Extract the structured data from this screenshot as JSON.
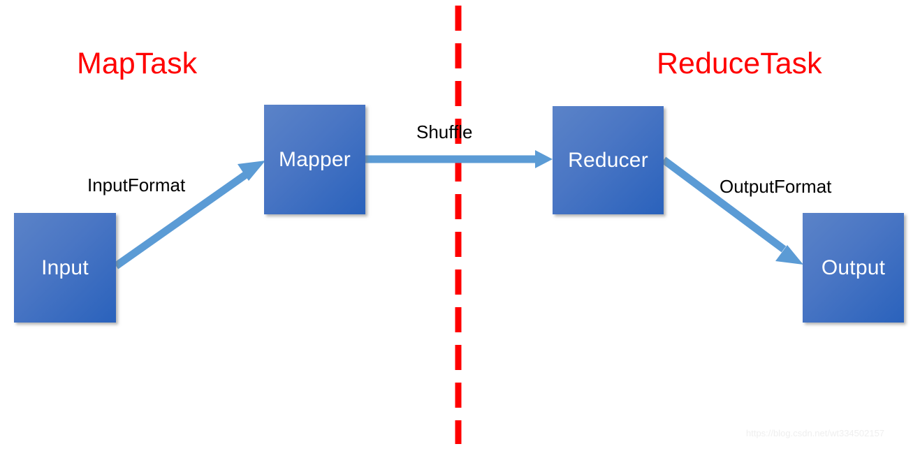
{
  "diagram": {
    "title": "MapReduce MapTask / ReduceTask flow",
    "background_color": "#ffffff",
    "phases": [
      {
        "id": "maptask",
        "label": "MapTask",
        "color": "#ff0000"
      },
      {
        "id": "reducetask",
        "label": "ReduceTask",
        "color": "#ff0000"
      }
    ],
    "nodes": [
      {
        "id": "input",
        "label": "Input",
        "fill_from": "#5b83c8",
        "fill_to": "#2a62bc",
        "text_color": "#ffffff"
      },
      {
        "id": "mapper",
        "label": "Mapper",
        "fill_from": "#5b83c8",
        "fill_to": "#2a62bc",
        "text_color": "#ffffff"
      },
      {
        "id": "reducer",
        "label": "Reducer",
        "fill_from": "#5b83c8",
        "fill_to": "#2a62bc",
        "text_color": "#ffffff"
      },
      {
        "id": "output",
        "label": "Output",
        "fill_from": "#5b83c8",
        "fill_to": "#2a62bc",
        "text_color": "#ffffff"
      }
    ],
    "edges": [
      {
        "id": "input-to-mapper",
        "label": "InputFormat",
        "from": "input",
        "to": "mapper",
        "color": "#5b9bd5"
      },
      {
        "id": "mapper-to-reducer",
        "label": "Shuffle",
        "from": "mapper",
        "to": "reducer",
        "color": "#5b9bd5"
      },
      {
        "id": "reducer-to-output",
        "label": "OutputFormat",
        "from": "reducer",
        "to": "output",
        "color": "#5b9bd5"
      }
    ],
    "divider": {
      "id": "phase-divider",
      "style": "dashed",
      "orientation": "vertical",
      "color": "#ff0000"
    },
    "watermark": "https://blog.csdn.net/wt334502157"
  }
}
